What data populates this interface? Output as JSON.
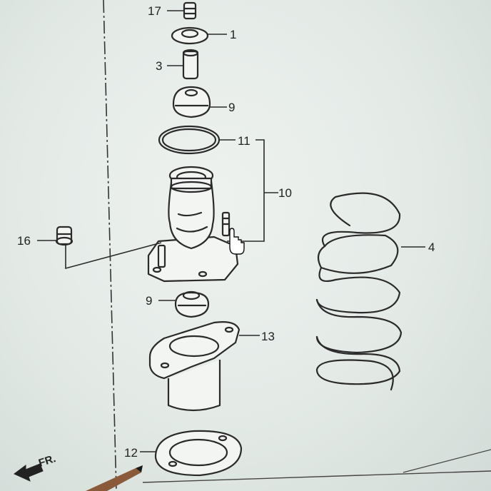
{
  "callouts": {
    "c17": "17",
    "c1": "1",
    "c3": "3",
    "c9a": "9",
    "c11": "11",
    "c10": "10",
    "c4": "4",
    "c16": "16",
    "c9b": "9",
    "c13": "13",
    "c12": "12"
  },
  "direction_label": "FR.",
  "cursor_icon": "hand-pointer-icon",
  "colors": {
    "ink": "#2a2a2a",
    "paper": "#e3eae6"
  }
}
